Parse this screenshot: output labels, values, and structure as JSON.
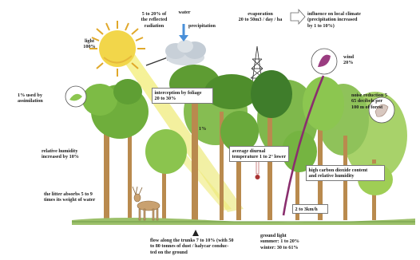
{
  "labels": {
    "reflected": "5 to 20% of\nthe reflected\nradiation",
    "water": "water",
    "precipitation": "precipitation",
    "evaporation": "evaporation\n20 to 50m3 / day / ha",
    "climate": "influence on local climate\n(precipitation increased\nby 1 to 10%)",
    "light": "light\n100%",
    "wind": "wind\n20%",
    "assimilation": "1% used by\nassimilation",
    "interception": "interception by foliage\n20 to 30%",
    "one_percent": "1%",
    "noise": "noise reduction 5\n65 decibels per\n100 m of forest",
    "humidity": "relative humidity\nincreased by 10%",
    "temperature": "average diurnal\ntemperature 1 to 2° lower",
    "high_carbon": "high carbon dioxide content\nand relative humidity",
    "litter": "the litter absorbs 5 to 9\ntimes its weight of water",
    "wind_speed": "2 to 3km/h",
    "stem_flow": "flow along the trunks 7 to 10% (with 50\nto 80 tonnes of dust / halycar conduc-\nted on the ground",
    "ground_light": "ground light\nsummer: 1 to 20%\nwinter: 30 to 61%"
  },
  "colors": {
    "sun": "#f2d64a",
    "sun_rays": "#e0a82a",
    "foliage_light": "#9fce55",
    "foliage_mid": "#6fae3c",
    "foliage_dark": "#3f7d2b",
    "trunk": "#b98a4e",
    "ground": "#9cc06a",
    "wind_line": "#8a2e6e",
    "cloud": "#cfd6dd",
    "light_beam": "#ecea70"
  },
  "icons": [
    "sun-icon",
    "cloud-icon",
    "raindrop-icon",
    "wind-circle-icon",
    "leaf-circle-icon",
    "ear-circle-icon",
    "thermometer-icon",
    "deer-icon",
    "radio-tower-icon",
    "arrow-icon"
  ]
}
